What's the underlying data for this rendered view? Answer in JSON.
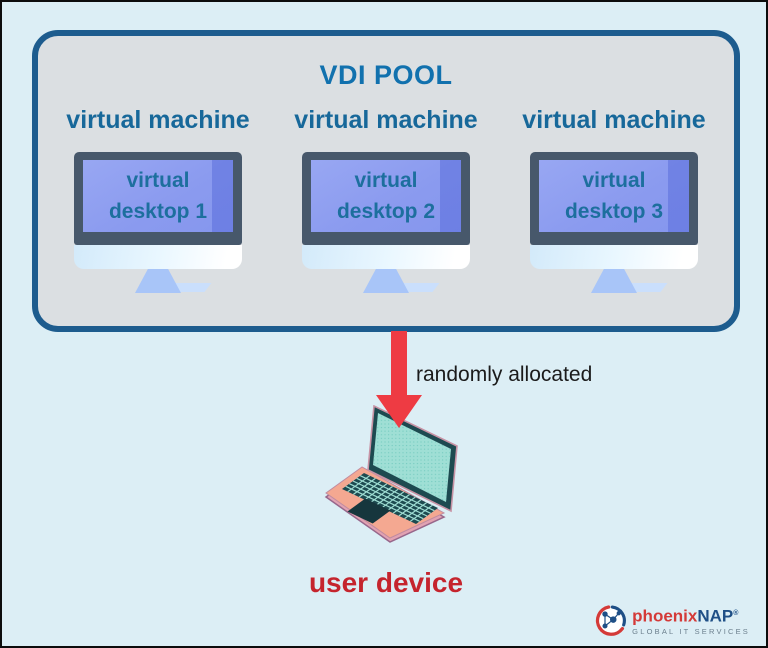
{
  "vdi_pool": {
    "title": "VDI POOL",
    "machines": [
      {
        "label": "virtual machine",
        "desktop": "virtual desktop 1"
      },
      {
        "label": "virtual machine",
        "desktop": "virtual desktop 2"
      },
      {
        "label": "virtual machine",
        "desktop": "virtual desktop 3"
      }
    ]
  },
  "allocation": {
    "label": "randomly allocated"
  },
  "user_device": {
    "label": "user device"
  },
  "logo": {
    "brand_red": "phoenix",
    "brand_blue": "NAP",
    "registered": "®",
    "tagline": "GLOBAL IT SERVICES"
  },
  "icons": {
    "monitor": "desktop-monitor",
    "laptop": "laptop",
    "arrow": "down-arrow",
    "logo_globe": "globe-network"
  },
  "colors": {
    "background": "#dceef5",
    "canvas_border": "#0c0c0c",
    "pool_fill": "#dbdfe2",
    "pool_border": "#1d5c8e",
    "heading_blue": "#1171ae",
    "machine_label_blue": "#17689a",
    "desktop_text_blue": "#1d6f9e",
    "monitor_frame": "#47586b",
    "monitor_screen": "#8c9cf0",
    "monitor_stand": "#a8c5f8",
    "arrow_red": "#ee3b43",
    "user_device_red": "#c5242d",
    "laptop_mint": "#9fdfd5",
    "laptop_teal_dark": "#1d4a50",
    "laptop_salmon": "#f4a891",
    "logo_red": "#d43a38",
    "logo_navy": "#1e4f86",
    "logo_tagline_gray": "#6b7f8d"
  }
}
